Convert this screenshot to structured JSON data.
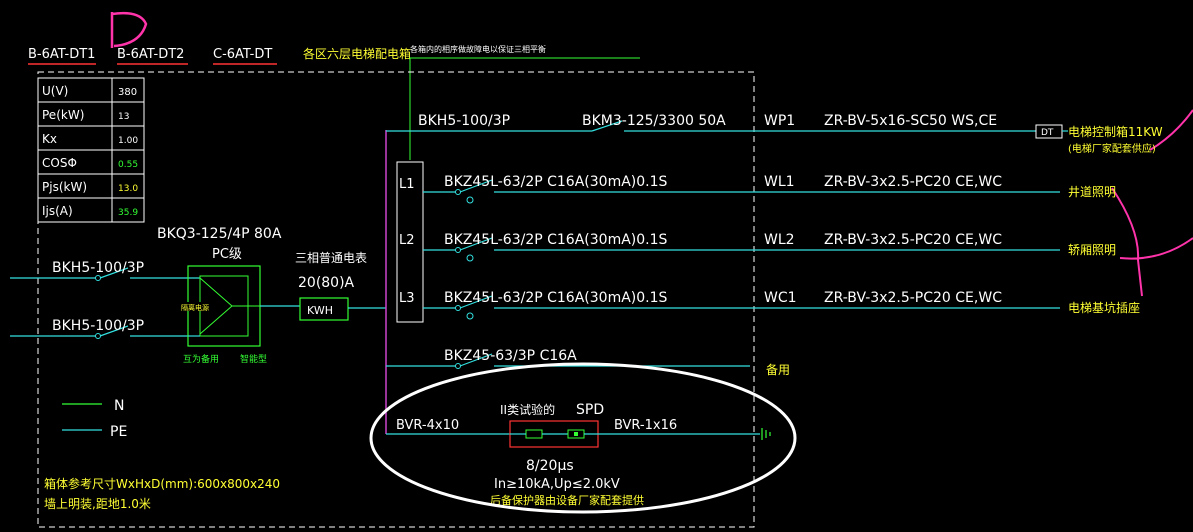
{
  "header": {
    "tag1": "B-6AT-DT1",
    "tag2": "B-6AT-DT2",
    "tag3": "C-6AT-DT",
    "box_title": "各区六层电梯配电箱",
    "note_vertical": "各箱内的相序做故障电以保证三相平衡"
  },
  "params": [
    {
      "label": "U(V)",
      "value": "380"
    },
    {
      "label": "Pe(kW)",
      "value": "13"
    },
    {
      "label": "Kx",
      "value": "1.00"
    },
    {
      "label": "COSΦ",
      "value": "0.55"
    },
    {
      "label": "Pjs(kW)",
      "value": "13.0"
    },
    {
      "label": "Ijs(A)",
      "value": "35.9"
    }
  ],
  "incoming": {
    "breaker1": "BKH5-100/3P",
    "breaker2": "BKH5-100/3P",
    "ats_model": "BKQ3-125/4P 80A",
    "ats_class": "PC级",
    "ats_inner": "隔离电源",
    "ats_note1": "互为备用",
    "ats_note2": "智能型",
    "meter_title": "三相普通电表",
    "meter_rating": "20(80)A",
    "meter_label": "KWH"
  },
  "bus": {
    "main_breaker": "BKH5-100/3P",
    "phase1": "L1",
    "phase2": "L2",
    "phase3": "L3"
  },
  "circuits": [
    {
      "breaker": "BKM3-125/3300 50A",
      "id": "WP1",
      "cable": "ZR-BV-5x16-SC50 WS,CE",
      "box": "DT",
      "load": "电梯控制箱11KW",
      "load2": "(电梯厂家配套供应)"
    },
    {
      "breaker": "BKZ45L-63/2P C16A(30mA)0.1S",
      "id": "WL1",
      "cable": "ZR-BV-3x2.5-PC20 CE,WC",
      "load": "井道照明"
    },
    {
      "breaker": "BKZ45L-63/2P C16A(30mA)0.1S",
      "id": "WL2",
      "cable": "ZR-BV-3x2.5-PC20 CE,WC",
      "load": "轿厢照明"
    },
    {
      "breaker": "BKZ45L-63/2P C16A(30mA)0.1S",
      "id": "WC1",
      "cable": "ZR-BV-3x2.5-PC20 CE,WC",
      "load": "电梯基坑插座"
    },
    {
      "breaker": "BKZ45-63/3P C16A",
      "load": "备用"
    }
  ],
  "spd": {
    "cable_in": "BVR-4x10",
    "class": "II类试验的",
    "label": "SPD",
    "cable_out": "BVR-1x16",
    "wave": "8/20μs",
    "spec": "In≥10kA,Up≤2.0kV",
    "note": "后备保护器由设备厂家配套提供"
  },
  "legend": {
    "n": "N",
    "pe": "PE"
  },
  "footer": {
    "size": "箱体参考尺寸WxHxD(mm):600x800x240",
    "mount": "墙上明装,距地1.0米"
  },
  "colors": {
    "background": "#000000",
    "wire": "#33e0e0",
    "neutral": "#33ff33",
    "pe_bus": "#cc44cc",
    "text": "#ffffff",
    "text_yellow": "#ffff33",
    "title_red": "#ff3333",
    "markup": "#ff33aa"
  }
}
